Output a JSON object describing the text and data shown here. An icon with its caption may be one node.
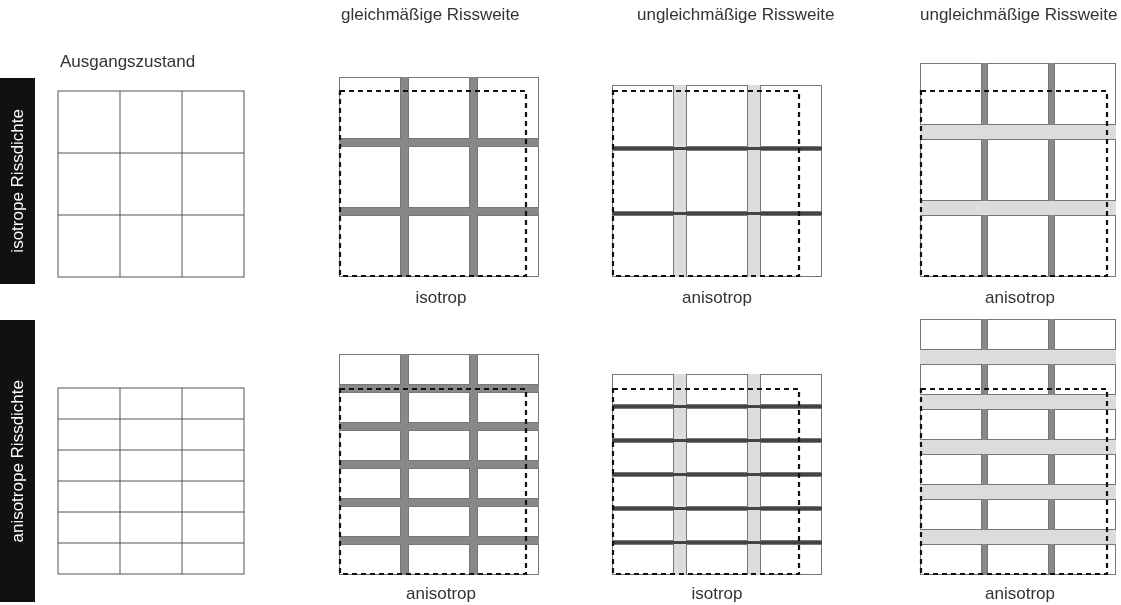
{
  "diagram": {
    "nodes": [
      {
        "text": [
          "isotrope Rissdichte"
        ]
      },
      {
        "text": [
          "anisotrope Rissdichte"
        ]
      }
    ],
    "labels": [
      "Ausgangszustand",
      "gleichmäßige Rissweite",
      "ungleichmäßige Rissweite",
      "ungleichmäßige Rissweite",
      "isotrop",
      "anisotrop",
      "anisotrop",
      "anisotrop",
      "isotrop",
      "anisotrop"
    ]
  }
}
